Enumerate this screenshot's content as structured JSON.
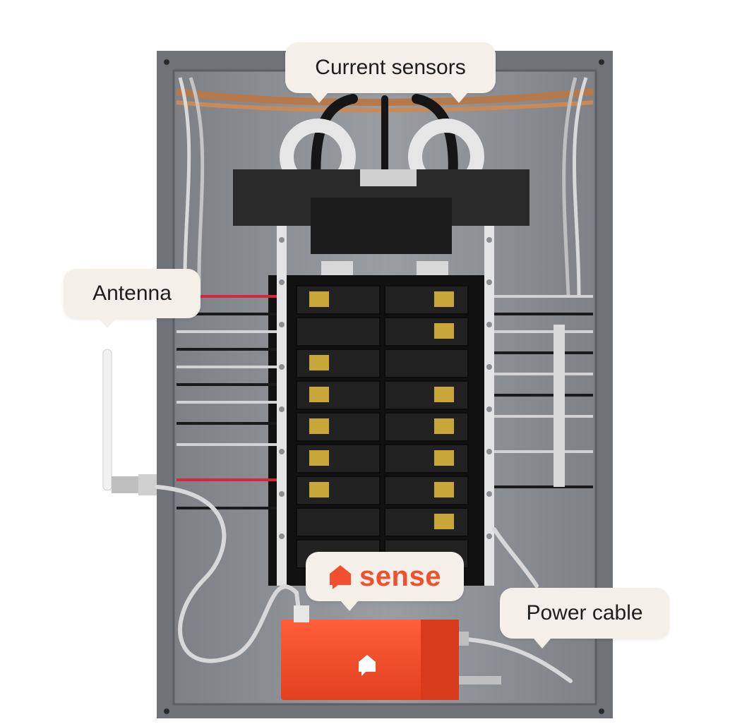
{
  "labels": {
    "current_sensors": "Current sensors",
    "antenna": "Antenna",
    "power_cable": "Power cable",
    "brand": "sense"
  },
  "icons": {
    "brand_mark": "sense-house-bubble-icon"
  },
  "colors": {
    "brand_orange": "#f0502e",
    "callout_bg": "#f4efe8",
    "panel_gray": "#8f9296",
    "breaker_black": "#1f1f1f"
  }
}
